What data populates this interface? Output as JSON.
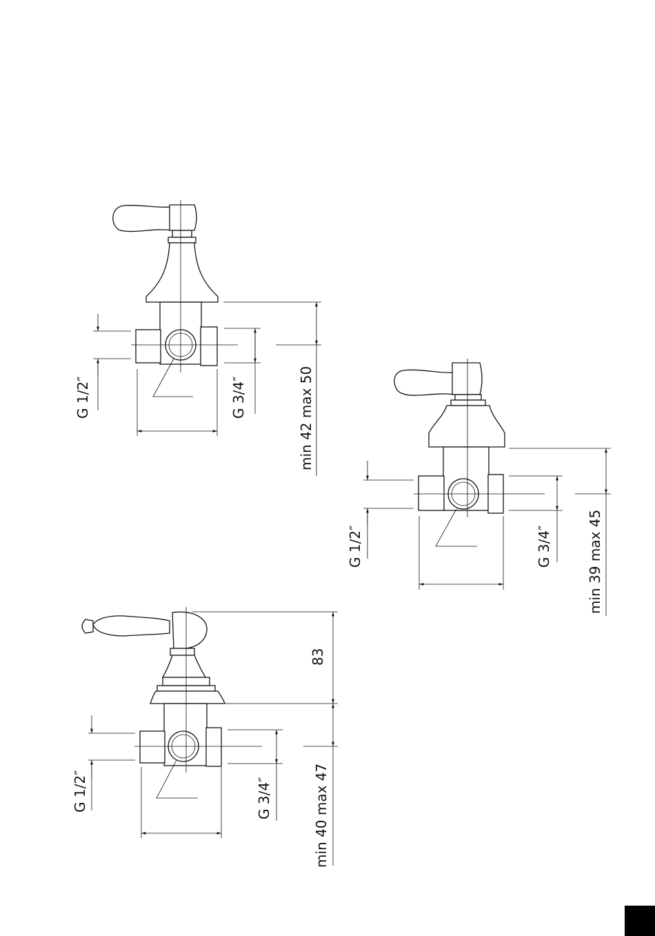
{
  "colors": {
    "ink": "#111111",
    "corner_mark": "#000000"
  },
  "valves": [
    {
      "name": "valve-lever-top",
      "labels": {
        "inlet": "G 1/2″",
        "outlet": "G 3/4″",
        "depth": "min 42 max 50"
      }
    },
    {
      "name": "valve-lever-right",
      "labels": {
        "inlet": "G 1/2″",
        "outlet": "G 3/4″",
        "depth": "min 39 max 45"
      }
    },
    {
      "name": "valve-classic-bottom",
      "labels": {
        "inlet": "G 1/2″",
        "outlet": "G 3/4″",
        "depth": "min 40 max 47",
        "height": "83"
      }
    }
  ]
}
